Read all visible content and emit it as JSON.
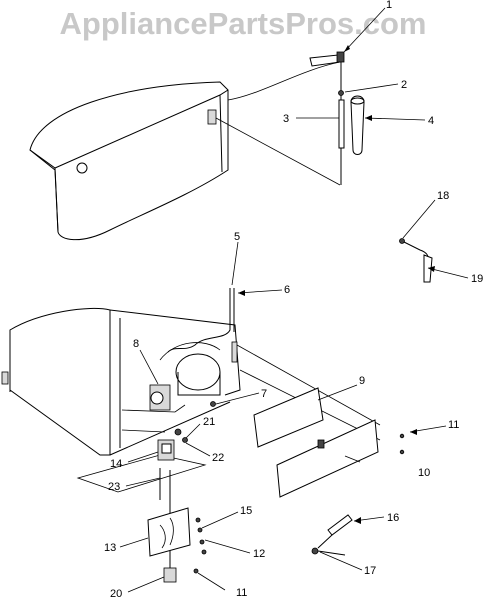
{
  "watermark": "AppliancePartsPros.com",
  "callouts": [
    {
      "id": "1",
      "label": "1"
    },
    {
      "id": "2",
      "label": "2"
    },
    {
      "id": "3",
      "label": "3"
    },
    {
      "id": "4",
      "label": "4"
    },
    {
      "id": "5",
      "label": "5"
    },
    {
      "id": "6",
      "label": "6"
    },
    {
      "id": "7",
      "label": "7"
    },
    {
      "id": "8",
      "label": "8"
    },
    {
      "id": "9",
      "label": "9"
    },
    {
      "id": "10",
      "label": "10"
    },
    {
      "id": "11a",
      "label": "11"
    },
    {
      "id": "11b",
      "label": "11"
    },
    {
      "id": "12",
      "label": "12"
    },
    {
      "id": "13",
      "label": "13"
    },
    {
      "id": "14",
      "label": "14"
    },
    {
      "id": "15",
      "label": "15"
    },
    {
      "id": "16",
      "label": "16"
    },
    {
      "id": "17",
      "label": "17"
    },
    {
      "id": "18",
      "label": "18"
    },
    {
      "id": "19",
      "label": "19"
    },
    {
      "id": "20",
      "label": "20"
    },
    {
      "id": "21",
      "label": "21"
    },
    {
      "id": "22",
      "label": "22"
    },
    {
      "id": "23",
      "label": "23"
    }
  ]
}
